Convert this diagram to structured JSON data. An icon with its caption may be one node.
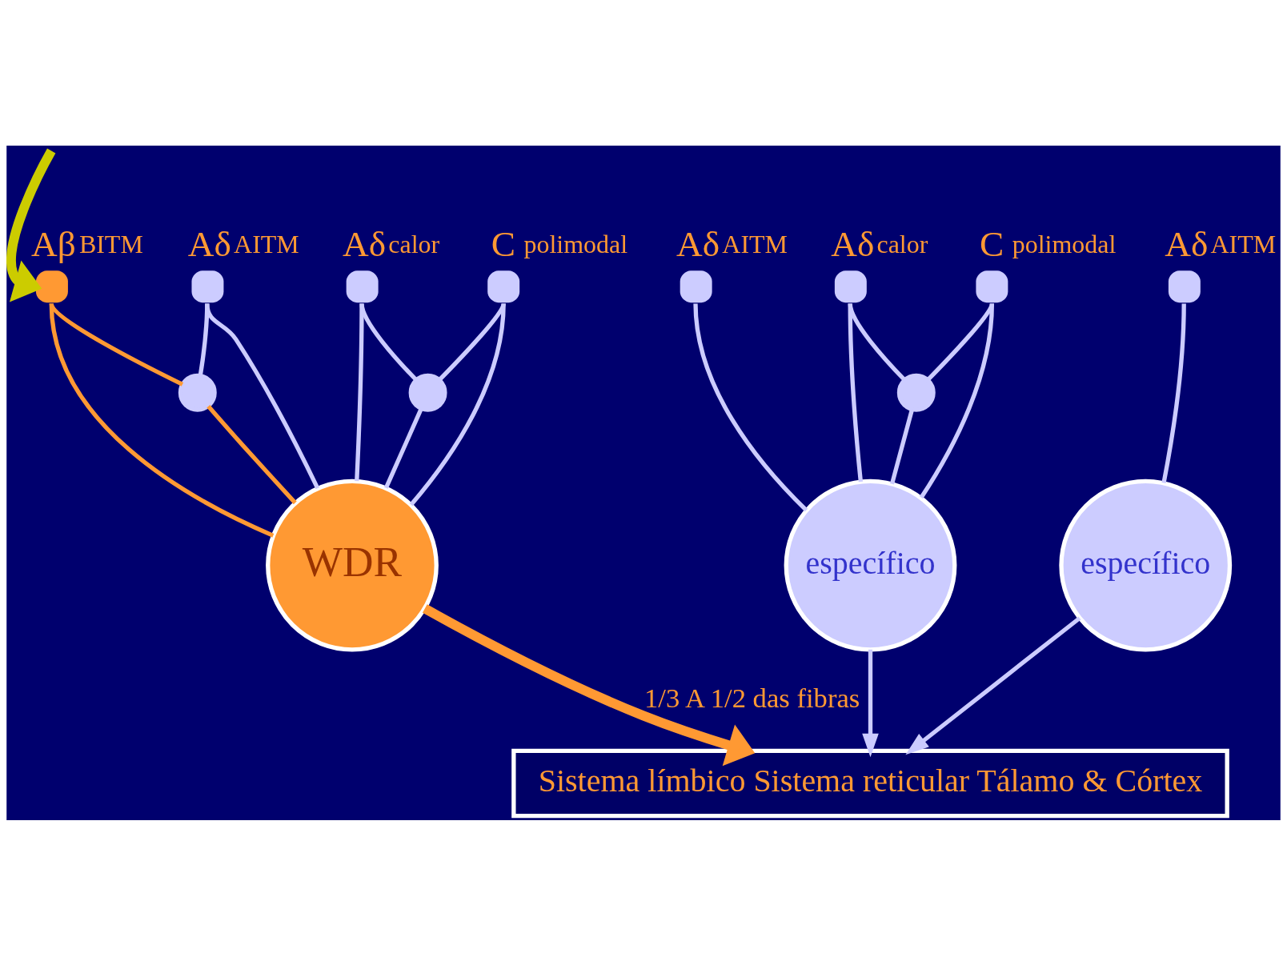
{
  "diagram": {
    "nodes": [
      {
        "text": [
          "Aβ"
        ],
        "beside": [
          "BITM"
        ]
      },
      {
        "text": [
          "Aδ"
        ],
        "beside": [
          "AITM"
        ]
      },
      {
        "text": [
          "Aδ"
        ],
        "beside": [
          "calor"
        ]
      },
      {
        "text": [
          "C"
        ],
        "beside": [
          "polimodal"
        ]
      },
      {
        "text": [],
        "shape": "circle"
      },
      {
        "text": [],
        "shape": "circle"
      },
      {
        "text": [
          "WDR"
        ]
      },
      {
        "text": [
          "Aδ"
        ],
        "beside": [
          "AITM"
        ]
      },
      {
        "text": [
          "Aδ"
        ],
        "beside": [
          "calor"
        ]
      },
      {
        "text": [
          "C"
        ],
        "beside": [
          "polimodal"
        ]
      },
      {
        "text": [],
        "shape": "circle"
      },
      {
        "text": [
          "específico"
        ]
      },
      {
        "text": [
          "Aδ"
        ],
        "beside": [
          "AITM"
        ]
      },
      {
        "text": [
          "específico"
        ]
      },
      {
        "text": [
          "Sistema límbico Sistema reticular Tálamo & Córtex"
        ]
      }
    ],
    "edges": [
      {
        "from": null,
        "to": 0,
        "arrow": "to",
        "style": "thick",
        "color": "#cccc00"
      },
      {
        "from": 0,
        "to": 6,
        "arrow": "none",
        "color": "#ff9933"
      },
      {
        "from": 0,
        "to": 4,
        "arrow": "none",
        "color": "#ff9933"
      },
      {
        "from": 4,
        "to": 6,
        "arrow": "none",
        "color": "#ff9933"
      },
      {
        "from": 1,
        "to": 4,
        "arrow": "none"
      },
      {
        "from": 1,
        "to": 6,
        "arrow": "none"
      },
      {
        "from": 2,
        "to": 6,
        "arrow": "none"
      },
      {
        "from": 2,
        "to": 5,
        "arrow": "none"
      },
      {
        "from": 3,
        "to": 5,
        "arrow": "none"
      },
      {
        "from": 3,
        "to": 6,
        "arrow": "none"
      },
      {
        "from": 5,
        "to": 6,
        "arrow": "none"
      },
      {
        "from": 7,
        "to": 11,
        "arrow": "none"
      },
      {
        "from": 8,
        "to": 11,
        "arrow": "none"
      },
      {
        "from": 8,
        "to": 10,
        "arrow": "none"
      },
      {
        "from": 9,
        "to": 10,
        "arrow": "none"
      },
      {
        "from": 9,
        "to": 11,
        "arrow": "none"
      },
      {
        "from": 10,
        "to": 11,
        "arrow": "none"
      },
      {
        "from": 12,
        "to": 13,
        "arrow": "none"
      },
      {
        "from": 6,
        "to": 14,
        "arrow": "to",
        "style": "thick",
        "color": "#ff9933",
        "label": "1/3 A 1/2 das fibras"
      },
      {
        "from": 11,
        "to": 14,
        "arrow": "to"
      },
      {
        "from": 13,
        "to": 14,
        "arrow": "to"
      }
    ]
  }
}
